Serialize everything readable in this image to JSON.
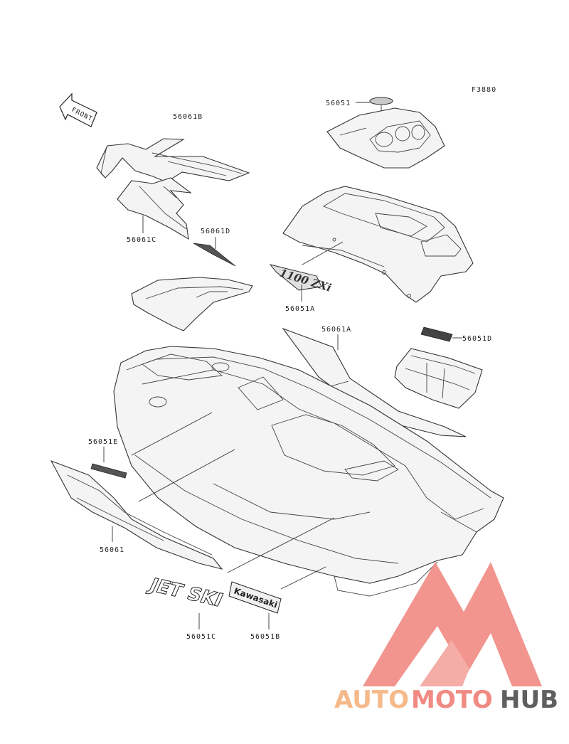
{
  "figure_code": "F3880",
  "front_arrow_label": "FRONT",
  "parts": {
    "decal_56061B": "56061B",
    "decal_56051": "56051",
    "decal_56061C": "56061C",
    "decal_56061D": "56061D",
    "emblem_56051A": "56051A",
    "decal_56061A": "56061A",
    "decal_56051D": "56051D",
    "decal_56051E": "56051E",
    "decal_56061": "56061",
    "emblem_56051C": "56051C",
    "emblem_56051B": "56051B"
  },
  "emblems": {
    "jetski_text": "JET SKI",
    "kawasaki_text": "Kawasaki",
    "model_text": "1100 ZXi"
  },
  "watermark": {
    "part1": "AUTO",
    "part2": "MOTO",
    "part3": "HUB"
  },
  "colors": {
    "watermark_orange": "#f5b98a",
    "watermark_red": "#f08a82",
    "watermark_gray": "#5f5f5f"
  }
}
